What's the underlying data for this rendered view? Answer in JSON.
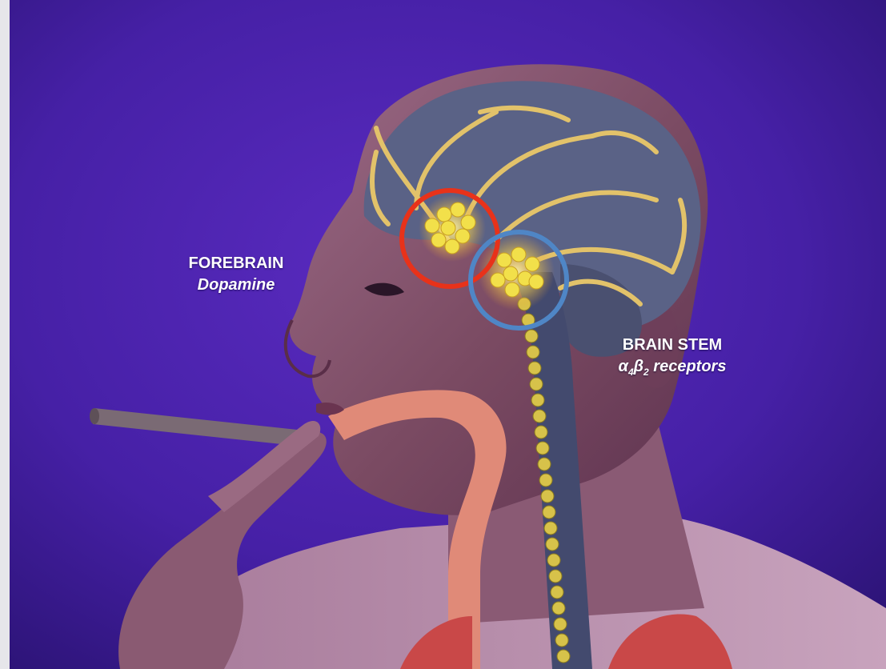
{
  "labels": {
    "forebrain": {
      "title": "FOREBRAIN",
      "subtitle": "Dopamine"
    },
    "brainstem": {
      "title": "BRAIN STEM",
      "alpha": "α",
      "alpha_sub": "4",
      "beta": "β",
      "beta_sub": "2",
      "rest": " receptors"
    }
  },
  "colors": {
    "background": "#4a1fa8",
    "forebrain_circle": "#e8321a",
    "brainstem_circle": "#4f86c6",
    "neuron_pathway": "#e2c26a",
    "receptor_cluster": "#f2e04a",
    "brain": "#5a6286",
    "skin": "#8a5a6e",
    "airway": "#e08a78"
  }
}
